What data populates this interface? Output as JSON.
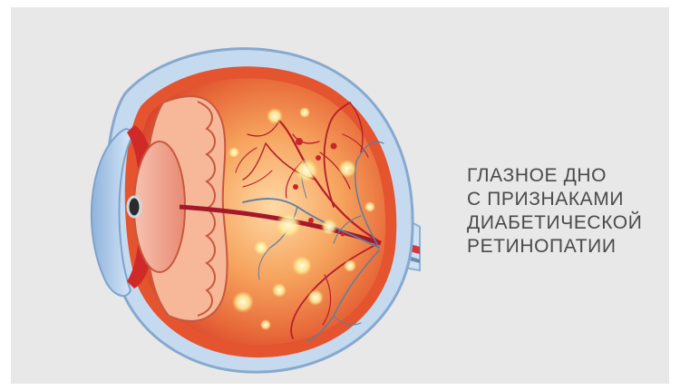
{
  "caption": {
    "lines": [
      "ГЛАЗНОЕ ДНО",
      "С ПРИЗНАКАМИ",
      "ДИАБЕТИЧЕСКОЙ",
      "РЕТИНОПАТИИ"
    ]
  },
  "colors": {
    "background": "#e8e8e8",
    "sclera_blue": "#b9d0ea",
    "retina_orange": "#ef8a4a",
    "vessel_red": "#c0202a",
    "vessel_blue": "#5b7fa0",
    "exudate_yellow": "#fff1a8",
    "text": "#4a4a4a"
  },
  "illustration": {
    "subject": "eye-cross-section",
    "icons": [
      "lens",
      "iris",
      "optic-nerve",
      "blood-vessels",
      "exudates",
      "hemorrhages"
    ]
  }
}
